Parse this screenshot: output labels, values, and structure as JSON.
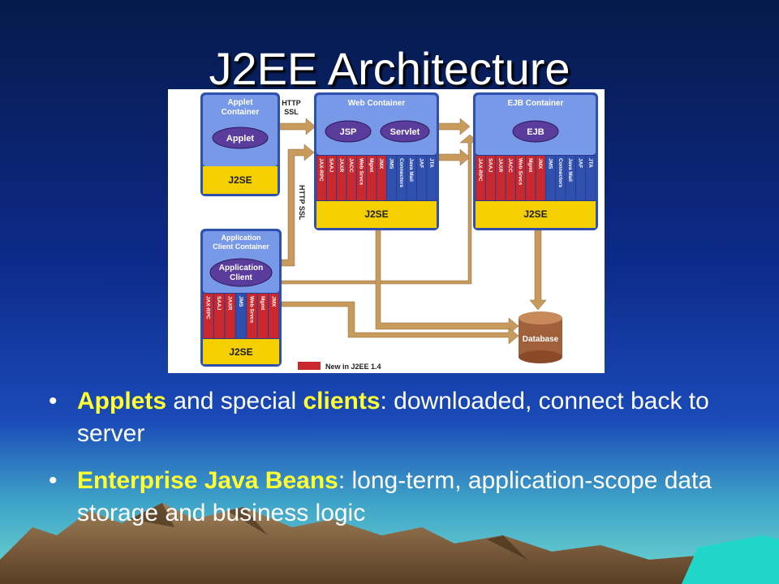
{
  "slide": {
    "title": "J2EE Architecture"
  },
  "diagram": {
    "applet_container": {
      "title_line1": "Applet",
      "title_line2": "Container",
      "component": "Applet",
      "platform": "J2SE"
    },
    "http_ssl_top": {
      "line1": "HTTP",
      "line2": "SSL"
    },
    "http_ssl_vertical": "HTTP SSL",
    "web_container": {
      "title": "Web Container",
      "component1": "JSP",
      "component2": "Servlet",
      "services": [
        "JAX-RPC",
        "SAAJ",
        "JAXR",
        "JACC",
        "Web Srvcs",
        "Mgmt",
        "JMX",
        "JMS",
        "Connectors",
        "Java Mail",
        "JAF",
        "JTA"
      ],
      "platform": "J2SE"
    },
    "ejb_container": {
      "title": "EJB Container",
      "component": "EJB",
      "services": [
        "JAX-RPC",
        "SAAJ",
        "JAXR",
        "JACC",
        "Web Srvcs",
        "Mgmt",
        "JMX",
        "JMS",
        "Connectors",
        "Java Mail",
        "JAF",
        "JTA"
      ],
      "platform": "J2SE"
    },
    "app_client_container": {
      "title_line1": "Application",
      "title_line2": "Client Container",
      "component_line1": "Application",
      "component_line2": "Client",
      "services": [
        "JAX-RPC",
        "SAAJ",
        "JAXR",
        "JMS",
        "Web Srvcs",
        "Mgmt",
        "JMX"
      ],
      "platform": "J2SE"
    },
    "database": "Database",
    "legend": "New in J2EE 1.4",
    "colors": {
      "container_blue": "#6f8fe0",
      "platform_yellow": "#f5d000",
      "component_purple": "#5a3c9c",
      "new_red": "#c8282e",
      "arrow_tan": "#c89b5c"
    }
  },
  "bullets": [
    {
      "bullet": "•",
      "hl1": "Applets",
      "t1": " and special ",
      "hl2": "clients",
      "t2": ": downloaded, connect back to server"
    },
    {
      "bullet": "•",
      "hl1": "Enterprise Java Beans",
      "t1": ": long-term, application-scope data storage and business logic"
    }
  ]
}
